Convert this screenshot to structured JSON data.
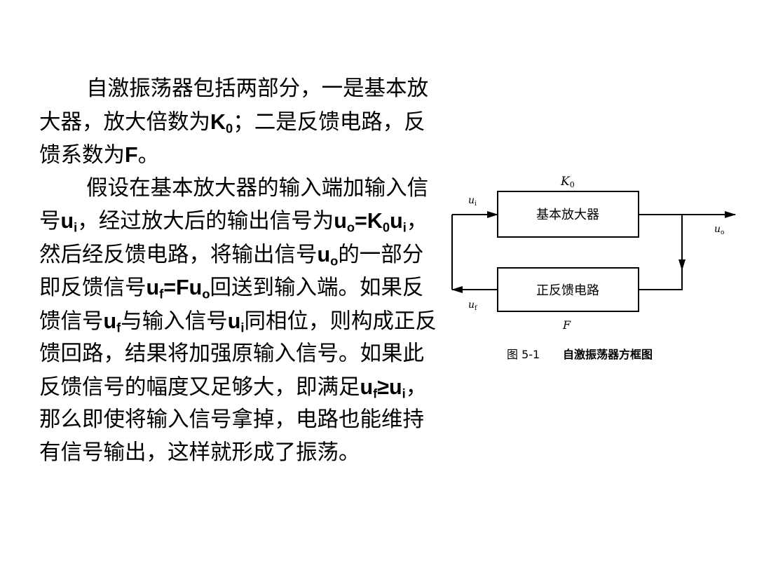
{
  "text": {
    "p1": {
      "a": "自激振荡器包括两部分，一是基本放大器，放大倍数为",
      "k": "K",
      "k_sub": "0",
      "b": "；二是反馈电路，反馈系数为",
      "f": "F",
      "c": "。"
    },
    "p2": {
      "s1": "假设在基本放大器的输入端加输入信号",
      "u": "u",
      "i": "i",
      "s2": "，经过放大后的输出信号为",
      "o": "o",
      "eqK": "=K",
      "zero": "0",
      "s3": "，然后经反馈电路，将输出信号",
      "s4": "的一部分即反馈信号",
      "f": "f",
      "eqF": "=Fu",
      "s5": "回送到输入端。如果反馈信号",
      "s6": "与输入信号",
      "s7": "同相位，则构成正反馈回路，结果将加强原输入信号。如果此反馈信号的幅度又足够大，即满足",
      "ge": "≥u",
      "s8": "，那么即使将输入信号拿掉，电路也能维持有信号输出，这样就形成了振荡。"
    }
  },
  "diagram": {
    "k_label": "K",
    "k_sub": "0",
    "amp_label": "基本放大器",
    "fb_label": "正反馈电路",
    "f_label": "F",
    "ui": "u",
    "ui_sub": "i",
    "uo": "u",
    "uo_sub": "o",
    "uf": "u",
    "uf_sub": "f",
    "caption_num": "图 5-1",
    "caption_text": "自激振荡器方框图"
  }
}
